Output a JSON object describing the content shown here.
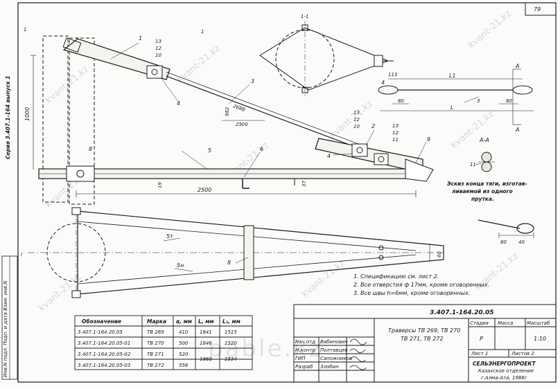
{
  "sheet_number": "79",
  "series": "Серия 3.407.1-164 выпуск 1",
  "section_mark_top": "1-1",
  "section_mark_left": "1",
  "section_mark_mid": "1",
  "section_aa": "А-А",
  "section_a": "А",
  "callouts": {
    "p1": "1",
    "p2": "2",
    "p3": "3",
    "p4a": "4",
    "p4b": "4",
    "p4c": "4",
    "p5": "5",
    "p6": "6",
    "p8a": "8",
    "p8b": "8",
    "p9": "9",
    "p13a": "13",
    "p12a": "12",
    "p10a": "10",
    "p13b": "13",
    "p12b": "12",
    "p10b": "10",
    "p13c": "13",
    "p12c": "12",
    "p11c": "11",
    "p11d": "11",
    "p5t": "5т",
    "p5n": "5н",
    "p113": "113"
  },
  "dims": {
    "d2688": "2688",
    "d982": "982",
    "d2500a": "2500",
    "d2500b": "2500",
    "d1000": "1000",
    "d19": "19",
    "d37": "37",
    "d80a": "80",
    "d80b": "80",
    "d80c": "80",
    "d40": "40",
    "d60": "60",
    "dL": "L",
    "dL1": "L1",
    "dl": "l",
    "d3": "3"
  },
  "sketch_caption": [
    "Эскиз конца тяги, изготав-",
    "ливаемой из одного",
    "прутка."
  ],
  "notes": [
    "1. Спецификацию  см. лист 2.",
    "2. Все отверстия ф 17мм, кроме оговоренных.",
    "3. Все швы h=6мм, кроме оговоренных."
  ],
  "drawing_code": "3.407.1-164.20.05",
  "table": {
    "headers": [
      "Обозначение",
      "Марка",
      "α, мм",
      "L, мм",
      "L₁, мм"
    ],
    "rows": [
      [
        "3.407.1-164.20.05",
        "ТВ 269",
        "410",
        "1841",
        "1515"
      ],
      [
        "3.407.1-164.20.05-01",
        "ТВ 270",
        "500",
        "1846",
        "1520"
      ],
      [
        "3.407.1-164.20.05-02",
        "ТВ 271",
        "520",
        "1860",
        "1534"
      ],
      [
        "3.407.1-164.20.05-03",
        "ТВ 272",
        "556",
        "",
        ""
      ]
    ]
  },
  "title_block": {
    "name_line1": "Траверсы ТВ 269, ТВ 270",
    "name_line2": "ТВ 271, ТВ 272",
    "h_stage": "Стадия",
    "h_mass": "Масса",
    "h_scale": "Масштаб",
    "stage": "Р",
    "scale": "1:10",
    "sheet": "Лист 1",
    "sheets": "Листов 2",
    "org1": "СЕЛЬЭНЕРГОПРОЕКТ",
    "org2": "Казахское отделение",
    "org3": "г.Алма-Ата, 1986г",
    "roles": [
      "Нач.отд",
      "Н.контр",
      "ГИП",
      "Разраб"
    ],
    "people": [
      "Вабинович",
      "Полтавцев",
      "Сапожников",
      "Злобин"
    ]
  },
  "side_stamp": "Инв.N подл.  Подп. и дата  Взам. инв.N",
  "watermarks": [
    "kvant-21.kz",
    "kvant-21.kz",
    "kvant-21.kz",
    "kvant-21.kz",
    "kvant-21.kz",
    "kvant-21.kz",
    "kvant-21.kz",
    "kvant-21.kz",
    "kvant-21.kz",
    "kvant-21.kz"
  ],
  "watermark_big": "pable.kz"
}
